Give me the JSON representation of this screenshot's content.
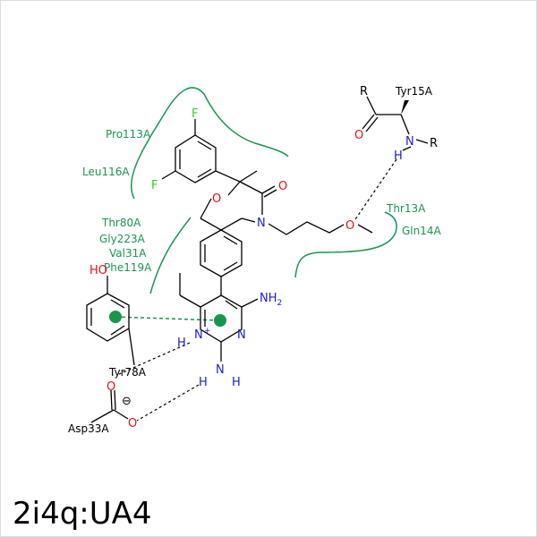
{
  "caption": "2i4q:UA4",
  "colors": {
    "residue": "#1a9550",
    "oxygen": "#e8101a",
    "nitrogen": "#1c1cd6",
    "fluorine": "#33cc33",
    "bond": "#000000"
  },
  "residues": {
    "pro113": "Pro113A",
    "leu116": "Leu116A",
    "thr80": "Thr80A",
    "gly223": "Gly223A",
    "val31": "Val31A",
    "phe119": "Phe119A",
    "thr13": "Thr13A",
    "gln14": "Gln14A",
    "tyr15": "Tyr15A",
    "tyr78": "Tyr78A",
    "asp33": "Asp33A"
  },
  "atoms": {
    "f_top": "F",
    "f_left": "F",
    "o_ring": "O",
    "o_keto": "O",
    "n_ring": "N",
    "o_ether": "O",
    "nh2_top": "NH",
    "nh2_sub": "2",
    "n_pyr": "N",
    "n_plus": "N",
    "plus": "+",
    "h_nplus": "H",
    "n_amino": "N",
    "h_amino1": "H",
    "h_amino2": "H",
    "ho_tyr": "HO",
    "o_asp1": "O",
    "o_asp2": "O",
    "minus": "⊖",
    "r_top": "R",
    "o_tyr15": "O",
    "n_tyr15": "N",
    "h_tyr15": "H",
    "r_right": "R"
  }
}
